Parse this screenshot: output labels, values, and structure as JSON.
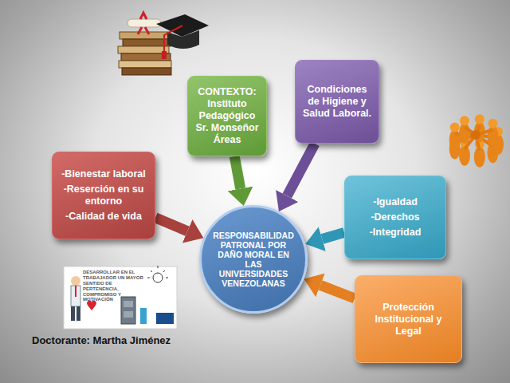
{
  "diagram": {
    "nodes": [
      {
        "text": [
          "CONTEXTO: Instituto Pedagógico Sr. Monseñor Áreas"
        ]
      },
      {
        "text": [
          "Condiciones de Higiene y Salud Laboral."
        ]
      },
      {
        "text": [
          "-Bienestar laboral",
          "-Reserción en su entorno",
          "-Calidad de vida"
        ]
      },
      {
        "text": [
          "-Igualdad",
          "-Derechos",
          "-Integridad"
        ]
      },
      {
        "text": [
          "RESPONSABILIDAD PATRONAL POR DAÑO MORAL EN LAS UNIVERSIDADES VENEZOLANAS"
        ]
      },
      {
        "text": [
          "Protección Institucional y Legal"
        ]
      }
    ],
    "edges": [
      {
        "from": 0,
        "to": 4,
        "arrow": "to"
      },
      {
        "from": 1,
        "to": 4,
        "arrow": "to"
      },
      {
        "from": 2,
        "to": 4,
        "arrow": "to"
      },
      {
        "from": 3,
        "to": 4,
        "arrow": "to"
      },
      {
        "from": 5,
        "to": 4,
        "arrow": "to"
      }
    ],
    "labels": [
      "DESARROLLAR EN EL TRABAJADOR UN MAYOR SENTIDO DE PERTENENCIA, COMPROMISO Y MOTIVACIÓN",
      "Doctorante: Martha Jiménez"
    ]
  }
}
